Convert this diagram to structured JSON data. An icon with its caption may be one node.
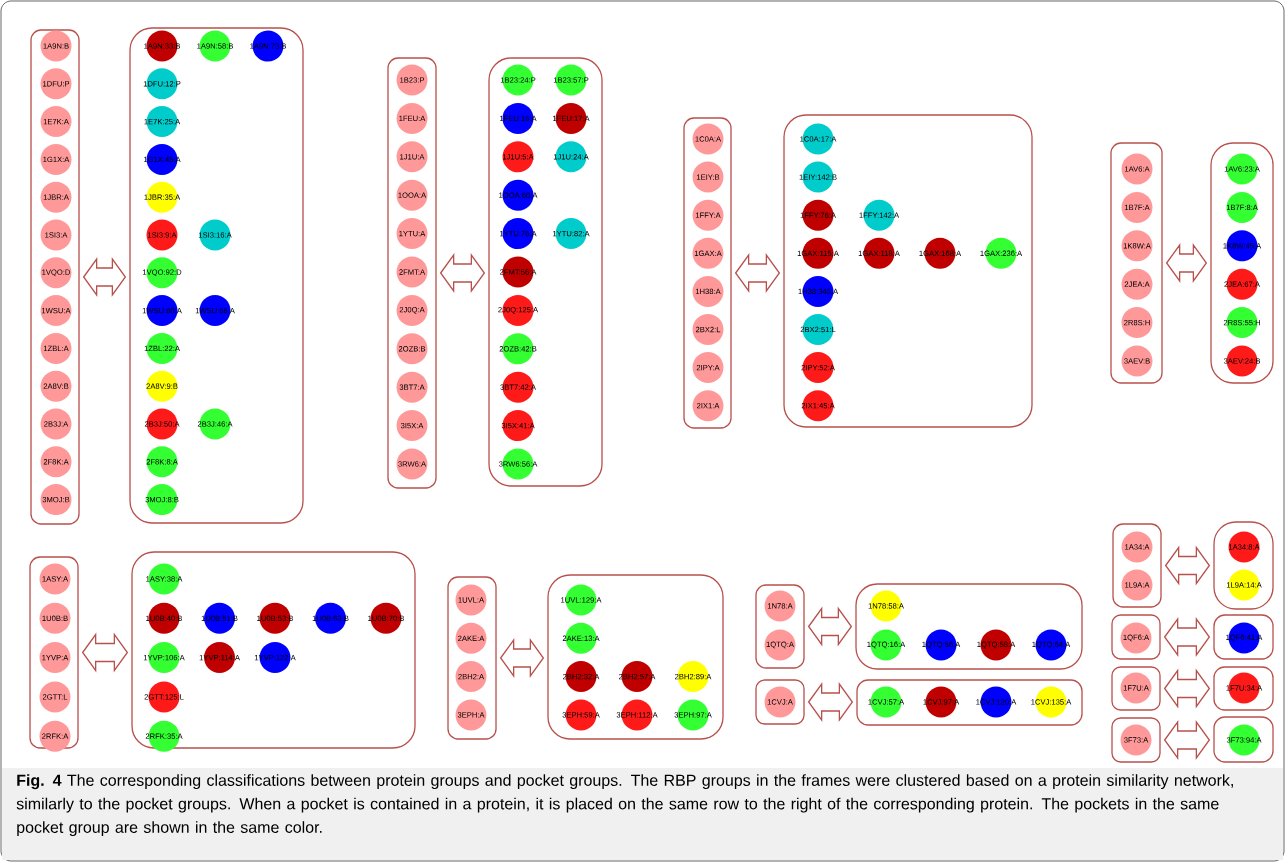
{
  "diagram": {
    "caption": "**Fig. 4** The corresponding classifications between protein groups and pocket groups. The RBP groups in the frames were clustered based on a protein similarity network, similarly to the pocket groups. When a pocket is contained in a protein, it is placed on the same row to the right of the corresponding protein. The pockets in the same pocket group are shown in the same color.",
    "nodes": [
      {
        "text": [],
        "shape": "box"
      },
      {
        "text": [
          "1A9N:B"
        ],
        "in": 0
      },
      {
        "text": [
          "1DFU:P"
        ],
        "in": 0
      },
      {
        "text": [
          "1E7K:A"
        ],
        "in": 0
      },
      {
        "text": [
          "1G1X:A"
        ],
        "in": 0
      },
      {
        "text": [
          "1JBR:A"
        ],
        "in": 0
      },
      {
        "text": [
          "1SI3:A"
        ],
        "in": 0
      },
      {
        "text": [
          "1VQO:D"
        ],
        "in": 0
      },
      {
        "text": [
          "1WSU:A"
        ],
        "in": 0
      },
      {
        "text": [
          "1ZBL:A"
        ],
        "in": 0
      },
      {
        "text": [
          "2A8V:B"
        ],
        "in": 0
      },
      {
        "text": [
          "2B3J:A"
        ],
        "in": 0
      },
      {
        "text": [
          "2F8K:A"
        ],
        "in": 0
      },
      {
        "text": [
          "3MOJ:B"
        ],
        "in": 0
      },
      {
        "text": [],
        "shape": "box"
      },
      {
        "text": [
          "1A9N:33:B"
        ],
        "in": 14
      },
      {
        "text": [
          "1A9N:58:B"
        ],
        "in": 14
      },
      {
        "text": [
          "1A9N:73:B"
        ],
        "in": 14
      },
      {
        "text": [
          "1DFU:12:P"
        ],
        "in": 14
      },
      {
        "text": [
          "1E7K:25:A"
        ],
        "in": 14
      },
      {
        "text": [
          "1G1X:45:A"
        ],
        "in": 14
      },
      {
        "text": [
          "1JBR:35:A"
        ],
        "in": 14
      },
      {
        "text": [
          "1SI3:9:A"
        ],
        "in": 14
      },
      {
        "text": [
          "1SI3:16:A"
        ],
        "in": 14
      },
      {
        "text": [
          "1VQO:92:D"
        ],
        "in": 14
      },
      {
        "text": [
          "1WSU:60:A"
        ],
        "in": 14
      },
      {
        "text": [
          "1WSU:66:A"
        ],
        "in": 14
      },
      {
        "text": [
          "1ZBL:22:A"
        ],
        "in": 14
      },
      {
        "text": [
          "2A8V:9:B"
        ],
        "in": 14
      },
      {
        "text": [
          "2B3J:50:A"
        ],
        "in": 14
      },
      {
        "text": [
          "2B3J:46:A"
        ],
        "in": 14
      },
      {
        "text": [
          "2F8K:8:A"
        ],
        "in": 14
      },
      {
        "text": [
          "3MOJ:8:B"
        ],
        "in": 14
      },
      {
        "text": [],
        "shape": "box"
      },
      {
        "text": [
          "1B23:P"
        ],
        "in": 33
      },
      {
        "text": [
          "1FEU:A"
        ],
        "in": 33
      },
      {
        "text": [
          "1J1U:A"
        ],
        "in": 33
      },
      {
        "text": [
          "1OOA:A"
        ],
        "in": 33
      },
      {
        "text": [
          "1YTU:A"
        ],
        "in": 33
      },
      {
        "text": [
          "2FMT:A"
        ],
        "in": 33
      },
      {
        "text": [
          "2J0Q:A"
        ],
        "in": 33
      },
      {
        "text": [
          "2OZB:B"
        ],
        "in": 33
      },
      {
        "text": [
          "3BT7:A"
        ],
        "in": 33
      },
      {
        "text": [
          "3I5X:A"
        ],
        "in": 33
      },
      {
        "text": [
          "3RW6:A"
        ],
        "in": 33
      },
      {
        "text": [],
        "shape": "box"
      },
      {
        "text": [
          "1B23:24:P"
        ],
        "in": 45
      },
      {
        "text": [
          "1B23:57:P"
        ],
        "in": 45
      },
      {
        "text": [
          "1FEU:16:A"
        ],
        "in": 45
      },
      {
        "text": [
          "1FEU:17:A"
        ],
        "in": 45
      },
      {
        "text": [
          "1J1U:5:A"
        ],
        "in": 45
      },
      {
        "text": [
          "1J1U:24:A"
        ],
        "in": 45
      },
      {
        "text": [
          "1OOA:60:A"
        ],
        "in": 45
      },
      {
        "text": [
          "1YTU:76:A"
        ],
        "in": 45
      },
      {
        "text": [
          "1YTU:82:A"
        ],
        "in": 45
      },
      {
        "text": [
          "2FMT:56:A"
        ],
        "in": 45
      },
      {
        "text": [
          "2J0Q:125:A"
        ],
        "in": 45
      },
      {
        "text": [
          "2OZB:42:B"
        ],
        "in": 45
      },
      {
        "text": [
          "3BT7:42:A"
        ],
        "in": 45
      },
      {
        "text": [
          "3I5X:41:A"
        ],
        "in": 45
      },
      {
        "text": [
          "3RW6:56:A"
        ],
        "in": 45
      },
      {
        "text": [],
        "shape": "box"
      },
      {
        "text": [
          "1C0A:A"
        ],
        "in": 61
      },
      {
        "text": [
          "1EIY:B"
        ],
        "in": 61
      },
      {
        "text": [
          "1FFY:A"
        ],
        "in": 61
      },
      {
        "text": [
          "1GAX:A"
        ],
        "in": 61
      },
      {
        "text": [
          "1H38:A"
        ],
        "in": 61
      },
      {
        "text": [
          "2BX2:L"
        ],
        "in": 61
      },
      {
        "text": [
          "2IPY:A"
        ],
        "in": 61
      },
      {
        "text": [
          "2IX1:A"
        ],
        "in": 61
      },
      {
        "text": [],
        "shape": "box"
      },
      {
        "text": [
          "1C0A:17:A"
        ],
        "in": 70
      },
      {
        "text": [
          "1EIY:142:B"
        ],
        "in": 70
      },
      {
        "text": [
          "1FFY:76:A"
        ],
        "in": 70
      },
      {
        "text": [
          "1FFY:142:A"
        ],
        "in": 70
      },
      {
        "text": [
          "1GAX:115:A"
        ],
        "in": 70
      },
      {
        "text": [
          "1GAX:118:A"
        ],
        "in": 70
      },
      {
        "text": [
          "1GAX:168:A"
        ],
        "in": 70
      },
      {
        "text": [
          "1GAX:236:A"
        ],
        "in": 70
      },
      {
        "text": [
          "1H38:345:A"
        ],
        "in": 70
      },
      {
        "text": [
          "2BX2:51:L"
        ],
        "in": 70
      },
      {
        "text": [
          "2IPY:52:A"
        ],
        "in": 70
      },
      {
        "text": [
          "2IX1:45:A"
        ],
        "in": 70
      },
      {
        "text": [],
        "shape": "box"
      },
      {
        "text": [
          "1AV6:A"
        ],
        "in": 83
      },
      {
        "text": [
          "1B7F:A"
        ],
        "in": 83
      },
      {
        "text": [
          "1K8W:A"
        ],
        "in": 83
      },
      {
        "text": [
          "2JEA:A"
        ],
        "in": 83
      },
      {
        "text": [
          "2R8S:H"
        ],
        "in": 83
      },
      {
        "text": [
          "3AEV:B"
        ],
        "in": 83
      },
      {
        "text": [],
        "shape": "box"
      },
      {
        "text": [
          "1AV6:23:A"
        ],
        "in": 90
      },
      {
        "text": [
          "1B7F:8:A"
        ],
        "in": 90
      },
      {
        "text": [
          "1K8W:45:A"
        ],
        "in": 90
      },
      {
        "text": [
          "2JEA:67:A"
        ],
        "in": 90
      },
      {
        "text": [
          "2R8S:55:H"
        ],
        "in": 90
      },
      {
        "text": [
          "3AEV:24:B"
        ],
        "in": 90
      },
      {
        "text": [],
        "shape": "box"
      },
      {
        "text": [
          "1ASY:A"
        ],
        "in": 97
      },
      {
        "text": [
          "1U0B:B"
        ],
        "in": 97
      },
      {
        "text": [
          "1YVP:A"
        ],
        "in": 97
      },
      {
        "text": [
          "2GTT:L"
        ],
        "in": 97
      },
      {
        "text": [
          "2RFK:A"
        ],
        "in": 97
      },
      {
        "text": [],
        "shape": "box"
      },
      {
        "text": [
          "1ASY:38:A"
        ],
        "in": 103
      },
      {
        "text": [
          "1U0B:40:B"
        ],
        "in": 103
      },
      {
        "text": [
          "1U0B:51:B"
        ],
        "in": 103
      },
      {
        "text": [
          "1U0B:53:B"
        ],
        "in": 103
      },
      {
        "text": [
          "1U0B:63:B"
        ],
        "in": 103
      },
      {
        "text": [
          "1U0B:70:B"
        ],
        "in": 103
      },
      {
        "text": [
          "1YVP:106:A"
        ],
        "in": 103
      },
      {
        "text": [
          "1YVP:114:A"
        ],
        "in": 103
      },
      {
        "text": [
          "1YVP:122:A"
        ],
        "in": 103
      },
      {
        "text": [
          "2GTT:125:L"
        ],
        "in": 103
      },
      {
        "text": [
          "2RFK:35:A"
        ],
        "in": 103
      },
      {
        "text": [],
        "shape": "box"
      },
      {
        "text": [
          "1UVL:A"
        ],
        "in": 115
      },
      {
        "text": [
          "2AKE:A"
        ],
        "in": 115
      },
      {
        "text": [
          "2BH2:A"
        ],
        "in": 115
      },
      {
        "text": [
          "3EPH:A"
        ],
        "in": 115
      },
      {
        "text": [],
        "shape": "box"
      },
      {
        "text": [
          "1UVL:129:A"
        ],
        "in": 120
      },
      {
        "text": [
          "2AKE:13:A"
        ],
        "in": 120
      },
      {
        "text": [
          "2BH2:32:A"
        ],
        "in": 120
      },
      {
        "text": [
          "2BH2:57:A"
        ],
        "in": 120
      },
      {
        "text": [
          "2BH2:89:A"
        ],
        "in": 120
      },
      {
        "text": [
          "3EPH:59:A"
        ],
        "in": 120
      },
      {
        "text": [
          "3EPH:112:A"
        ],
        "in": 120
      },
      {
        "text": [
          "3EPH:97:A"
        ],
        "in": 120
      },
      {
        "text": [],
        "shape": "box"
      },
      {
        "text": [
          "1N78:A"
        ],
        "in": 129
      },
      {
        "text": [
          "1QTQ:A"
        ],
        "in": 129
      },
      {
        "text": [],
        "shape": "box"
      },
      {
        "text": [
          "1N78:58:A"
        ],
        "in": 132
      },
      {
        "text": [
          "1QTQ:16:A"
        ],
        "in": 132
      },
      {
        "text": [
          "1QTQ:56:A"
        ],
        "in": 132
      },
      {
        "text": [
          "1QTQ:58:A"
        ],
        "in": 132
      },
      {
        "text": [
          "1QTQ:64:A"
        ],
        "in": 132
      },
      {
        "text": [],
        "shape": "box"
      },
      {
        "text": [
          "1CVJ:A"
        ],
        "in": 138
      },
      {
        "text": [],
        "shape": "box"
      },
      {
        "text": [
          "1CVJ:57:A"
        ],
        "in": 140
      },
      {
        "text": [
          "1CVJ:97:A"
        ],
        "in": 140
      },
      {
        "text": [
          "1CVJ:120:A"
        ],
        "in": 140
      },
      {
        "text": [
          "1CVJ:135:A"
        ],
        "in": 140
      },
      {
        "text": [],
        "shape": "box"
      },
      {
        "text": [
          "1A34:A"
        ],
        "in": 145
      },
      {
        "text": [
          "1L9A:A"
        ],
        "in": 145
      },
      {
        "text": [],
        "shape": "box"
      },
      {
        "text": [
          "1A34:8:A"
        ],
        "in": 148
      },
      {
        "text": [
          "1L9A:14:A"
        ],
        "in": 148
      },
      {
        "text": [],
        "shape": "box"
      },
      {
        "text": [
          "1QF6:A"
        ],
        "in": 151
      },
      {
        "text": [],
        "shape": "box"
      },
      {
        "text": [
          "1QF6:41:A"
        ],
        "in": 153
      },
      {
        "text": [],
        "shape": "box"
      },
      {
        "text": [
          "1F7U:A"
        ],
        "in": 155
      },
      {
        "text": [],
        "shape": "box"
      },
      {
        "text": [
          "1F7U:34:A"
        ],
        "in": 157
      },
      {
        "text": [],
        "shape": "box"
      },
      {
        "text": [
          "3F73:A"
        ],
        "in": 159
      },
      {
        "text": [],
        "shape": "box"
      },
      {
        "text": [
          "3F73:94:A"
        ],
        "in": 161
      }
    ],
    "edges": [
      {
        "from": 0,
        "to": 14,
        "arrow": "both"
      },
      {
        "from": 33,
        "to": 45,
        "arrow": "both"
      },
      {
        "from": 61,
        "to": 70,
        "arrow": "both"
      },
      {
        "from": 83,
        "to": 90,
        "arrow": "both"
      },
      {
        "from": 97,
        "to": 103,
        "arrow": "both"
      },
      {
        "from": 115,
        "to": 120,
        "arrow": "both"
      },
      {
        "from": 129,
        "to": 132,
        "arrow": "both"
      },
      {
        "from": 138,
        "to": 140,
        "arrow": "both"
      },
      {
        "from": 145,
        "to": 148,
        "arrow": "both"
      },
      {
        "from": 151,
        "to": 153,
        "arrow": "both"
      },
      {
        "from": 155,
        "to": 157,
        "arrow": "both"
      },
      {
        "from": 159,
        "to": 161,
        "arrow": "both"
      }
    ]
  }
}
